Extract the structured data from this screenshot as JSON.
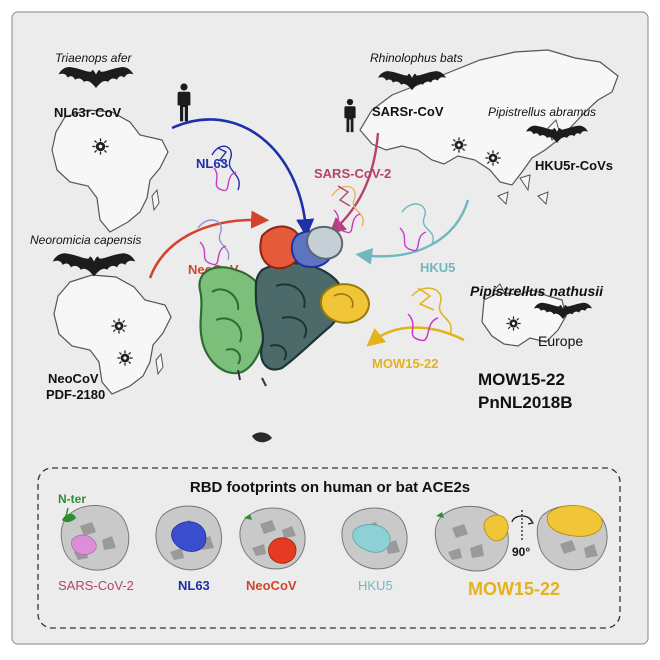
{
  "colors": {
    "background": "#ececec",
    "border": "#8a8a8a",
    "nl63": "#1f2fa8",
    "sars": "#b5426f",
    "neocov": "#d2452b",
    "hku5": "#6fb8be",
    "mow": "#e3b21c",
    "ace2_green": "#4f9a52",
    "ace2_dark": "#2f4a4a",
    "bat": "#1c1c1c",
    "nter": "#2f8f2f"
  },
  "hosts": {
    "triaenops": "Triaenops afer",
    "rhinolophus": "Rhinolophus bats",
    "pipistrellus_abramus": "Pipistrellus abramus",
    "neoromicia": "Neoromicia capensis",
    "pipistrellus_nathusii": "Pipistrellus nathusii"
  },
  "viruses": {
    "nl63r": "NL63r-CoV",
    "sarsr": "SARSr-CoV",
    "hku5r": "HKU5r-CoVs",
    "neocov_line1": "NeoCoV",
    "neocov_line2": "PDF-2180",
    "mow_main_line1": "MOW15-22",
    "mow_main_line2": "PnNL2018B"
  },
  "region": {
    "europe": "Europe"
  },
  "arrows": {
    "nl63": "NL63",
    "sars": "SARS-CoV-2",
    "hku5": "HKU5",
    "neocov": "NeoCoV",
    "mow": "MOW15-22"
  },
  "footprints": {
    "title": "RBD footprints on human or bat ACE2s",
    "nter": "N-ter",
    "rotation": "90°",
    "labels": {
      "sars": "SARS-CoV-2",
      "nl63": "NL63",
      "neocov": "NeoCoV",
      "hku5": "HKU5",
      "mow": "MOW15-22"
    }
  }
}
